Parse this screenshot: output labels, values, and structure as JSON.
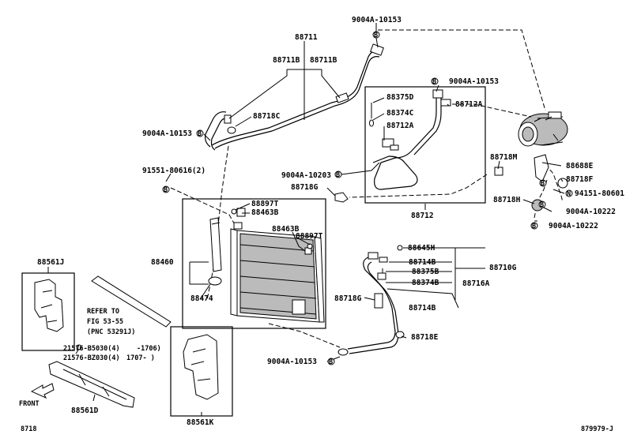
{
  "labels": {
    "l_9004_top": "9004A-10153",
    "l_88711": "88711",
    "l_88711B_a": "88711B",
    "l_88711B_b": "88711B",
    "l_9004_r1": "9004A-10153",
    "l_88375D": "88375D",
    "l_88374C": "88374C",
    "l_88712A_a": "88712A",
    "l_88712A_b": "88712A",
    "l_88718C": "88718C",
    "l_9004_left": "9004A-10153",
    "l_91551": "91551-80616(2)",
    "l_9004_10203": "9004A-10203",
    "l_88718G_a": "88718G",
    "l_88718M": "88718M",
    "l_88688E": "88688E",
    "l_88718F": "88718F",
    "l_94151": "94151-80601",
    "l_88718H": "88718H",
    "l_9004_10222a": "9004A-10222",
    "l_9004_10222b": "9004A-10222",
    "l_88712": "88712",
    "l_88897T_a": "88897T",
    "l_88463B_a": "88463B",
    "l_88463B_b": "88463B",
    "l_88897T_b": "88897T",
    "l_88460": "88460",
    "l_88474": "88474",
    "l_88561J": "88561J",
    "l_refer1": "REFER TO",
    "l_refer2": "FIG 53-55",
    "l_refer3": "(PNC 53291J)",
    "l_88645H": "88645H",
    "l_88714B_a": "88714B",
    "l_88375B": "88375B",
    "l_88374B": "88374B",
    "l_88710G": "88710G",
    "l_88716A": "88716A",
    "l_88718G_b": "88718G",
    "l_88714B_b": "88714B",
    "l_88718E": "88718E",
    "l_9004_bottom": "9004A-10153",
    "l_21576a": "21576-B5030(4)",
    "l_21576a_range": "-1706)",
    "l_21576b": "21576-BZ030(4)",
    "l_21576b_range": "1707-    )",
    "l_front": "FRONT",
    "l_88561D": "88561D",
    "l_88561K": "88561K",
    "l_8718": "8718",
    "l_code": "879979-J"
  },
  "callout_letters": {
    "b": "B",
    "n": "N"
  }
}
